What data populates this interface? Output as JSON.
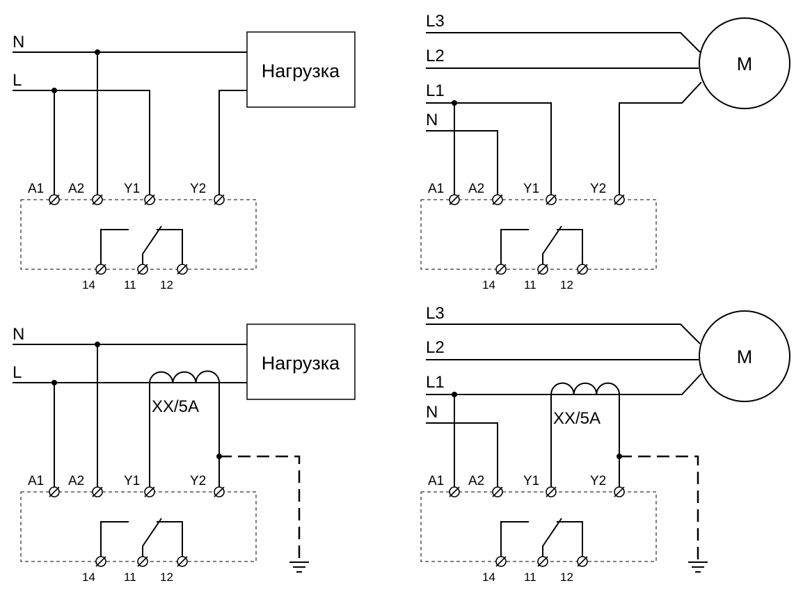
{
  "lines": {
    "n": "N",
    "l": "L",
    "l1": "L1",
    "l2": "L2",
    "l3": "L3"
  },
  "load_label": "Нагрузка",
  "motor_label": "M",
  "terminals": {
    "a1": "A1",
    "a2": "A2",
    "y1": "Y1",
    "y2": "Y2"
  },
  "pins": {
    "p14": "14",
    "p11": "11",
    "p12": "12"
  },
  "transformer_label": "XX/5A"
}
